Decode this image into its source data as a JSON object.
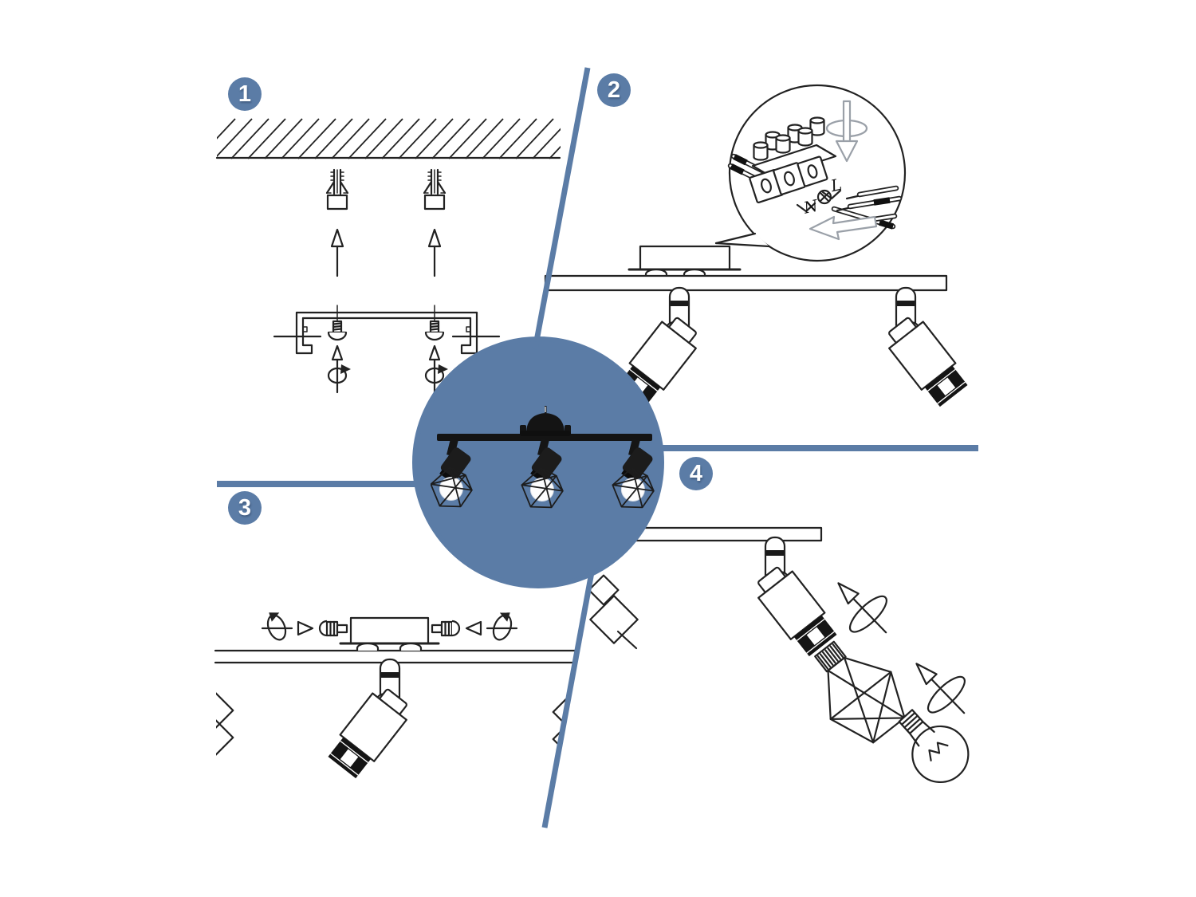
{
  "steps": [
    {
      "number": "1"
    },
    {
      "number": "2"
    },
    {
      "number": "3"
    },
    {
      "number": "4"
    }
  ],
  "wiring_labels": {
    "neutral": "N",
    "live": "L"
  },
  "colors": {
    "accent_blue": "#5b7ca6",
    "line_black": "#222222",
    "muted_gray": "#9aa0a8",
    "background": "#ffffff"
  }
}
